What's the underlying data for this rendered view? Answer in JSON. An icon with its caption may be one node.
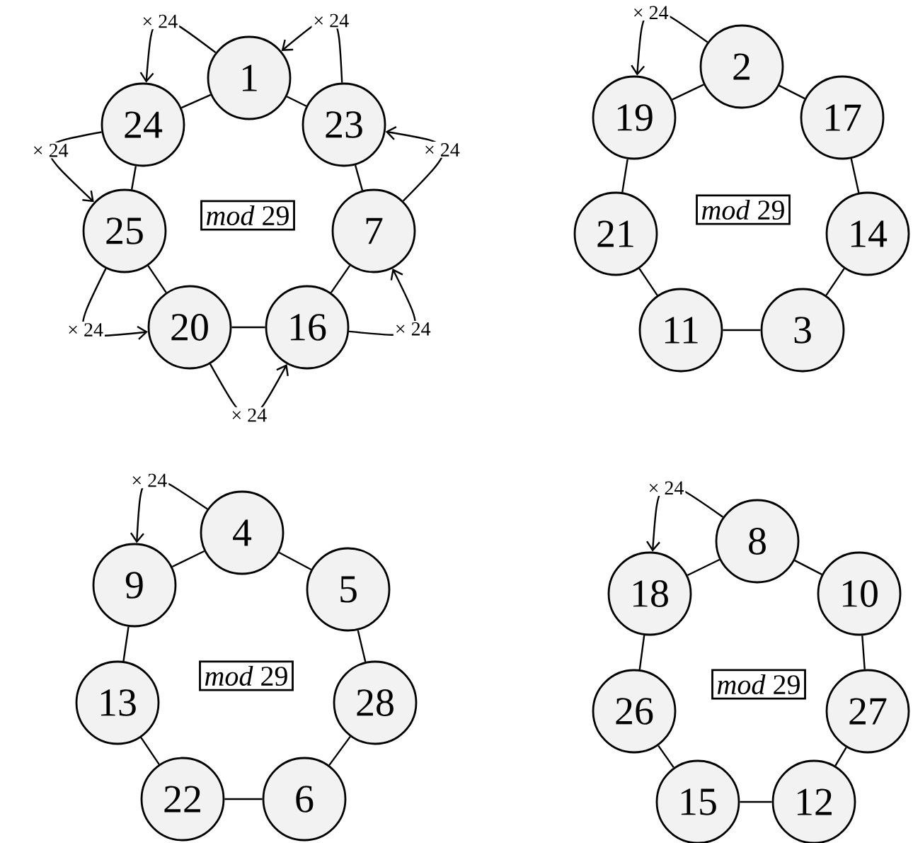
{
  "diagram": {
    "nodes": [
      {
        "text": [
          "*mod* 29"
        ]
      },
      {
        "text": [
          "1"
        ]
      },
      {
        "text": [
          "23"
        ]
      },
      {
        "text": [
          "7"
        ]
      },
      {
        "text": [
          "16"
        ]
      },
      {
        "text": [
          "20"
        ]
      },
      {
        "text": [
          "25"
        ]
      },
      {
        "text": [
          "24"
        ]
      },
      {
        "text": [
          "*mod* 29"
        ]
      },
      {
        "text": [
          "2"
        ]
      },
      {
        "text": [
          "17"
        ]
      },
      {
        "text": [
          "14"
        ]
      },
      {
        "text": [
          "3"
        ]
      },
      {
        "text": [
          "11"
        ]
      },
      {
        "text": [
          "21"
        ]
      },
      {
        "text": [
          "19"
        ]
      },
      {
        "text": [
          "*mod* 29"
        ]
      },
      {
        "text": [
          "4"
        ]
      },
      {
        "text": [
          "5"
        ]
      },
      {
        "text": [
          "28"
        ]
      },
      {
        "text": [
          "6"
        ]
      },
      {
        "text": [
          "22"
        ]
      },
      {
        "text": [
          "13"
        ]
      },
      {
        "text": [
          "9"
        ]
      },
      {
        "text": [
          "*mod* 29"
        ]
      },
      {
        "text": [
          "8"
        ]
      },
      {
        "text": [
          "10"
        ]
      },
      {
        "text": [
          "27"
        ]
      },
      {
        "text": [
          "12"
        ]
      },
      {
        "text": [
          "15"
        ]
      },
      {
        "text": [
          "26"
        ]
      },
      {
        "text": [
          "18"
        ]
      }
    ],
    "edges": [
      {
        "from": 1,
        "to": 2,
        "arrow": "none"
      },
      {
        "from": 2,
        "to": 3,
        "arrow": "none"
      },
      {
        "from": 3,
        "to": 4,
        "arrow": "none"
      },
      {
        "from": 4,
        "to": 5,
        "arrow": "none"
      },
      {
        "from": 5,
        "to": 6,
        "arrow": "none"
      },
      {
        "from": 6,
        "to": 7,
        "arrow": "none"
      },
      {
        "from": 7,
        "to": 1,
        "arrow": "none"
      },
      {
        "from": 1,
        "to": 7,
        "arrow": "to",
        "label": "× 24"
      },
      {
        "from": 7,
        "to": 6,
        "arrow": "to",
        "label": "× 24"
      },
      {
        "from": 6,
        "to": 5,
        "arrow": "to",
        "label": "× 24"
      },
      {
        "from": 5,
        "to": 4,
        "arrow": "to",
        "label": "× 24"
      },
      {
        "from": 4,
        "to": 3,
        "arrow": "to",
        "label": "× 24"
      },
      {
        "from": 3,
        "to": 2,
        "arrow": "to",
        "label": "× 24"
      },
      {
        "from": 2,
        "to": 1,
        "arrow": "to",
        "label": "× 24"
      },
      {
        "from": 9,
        "to": 10,
        "arrow": "none"
      },
      {
        "from": 10,
        "to": 11,
        "arrow": "none"
      },
      {
        "from": 11,
        "to": 12,
        "arrow": "none"
      },
      {
        "from": 12,
        "to": 13,
        "arrow": "none"
      },
      {
        "from": 13,
        "to": 14,
        "arrow": "none"
      },
      {
        "from": 14,
        "to": 15,
        "arrow": "none"
      },
      {
        "from": 15,
        "to": 9,
        "arrow": "none"
      },
      {
        "from": 9,
        "to": 15,
        "arrow": "to",
        "label": "× 24"
      },
      {
        "from": 17,
        "to": 18,
        "arrow": "none"
      },
      {
        "from": 18,
        "to": 19,
        "arrow": "none"
      },
      {
        "from": 19,
        "to": 20,
        "arrow": "none"
      },
      {
        "from": 20,
        "to": 21,
        "arrow": "none"
      },
      {
        "from": 21,
        "to": 22,
        "arrow": "none"
      },
      {
        "from": 22,
        "to": 23,
        "arrow": "none"
      },
      {
        "from": 23,
        "to": 17,
        "arrow": "none"
      },
      {
        "from": 17,
        "to": 23,
        "arrow": "to",
        "label": "× 24"
      },
      {
        "from": 25,
        "to": 26,
        "arrow": "none"
      },
      {
        "from": 26,
        "to": 27,
        "arrow": "none"
      },
      {
        "from": 27,
        "to": 28,
        "arrow": "none"
      },
      {
        "from": 28,
        "to": 29,
        "arrow": "none"
      },
      {
        "from": 29,
        "to": 30,
        "arrow": "none"
      },
      {
        "from": 30,
        "to": 31,
        "arrow": "none"
      },
      {
        "from": 31,
        "to": 25,
        "arrow": "none"
      },
      {
        "from": 25,
        "to": 31,
        "arrow": "to",
        "label": "× 24"
      }
    ]
  }
}
